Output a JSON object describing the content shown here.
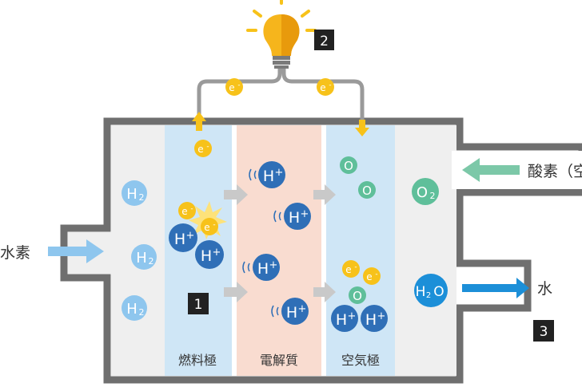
{
  "labels": {
    "anode": "燃料極",
    "electrolyte": "電解質",
    "cathode": "空気極",
    "hydrogen_in": "水素",
    "oxygen_in": "酸素（空",
    "water_out": "水"
  },
  "markers": {
    "m1": "1",
    "m2": "2",
    "m3": "3"
  },
  "molecules": {
    "h2": "H",
    "h2_sub": "2",
    "o2": "O",
    "o2_sub": "2",
    "o": "O",
    "h2o_h": "H",
    "h2o_sub": "2",
    "h2o_o": "O",
    "h": "H",
    "plus": "+",
    "e": "e",
    "minus": "-"
  },
  "colors": {
    "housing": "#6f6f6f",
    "chamber_bg": "#efefef",
    "anode_bg": "#cfe6f6",
    "electrolyte_bg": "#f9dcd0",
    "cathode_bg": "#cfe6f6",
    "h2_circle": "#8ec6ee",
    "h_plus": "#2f6fb7",
    "electron": "#f7c21a",
    "oxygen": "#5fbf9a",
    "water": "#1c8fd8",
    "gray_arrow": "#c9c9c9",
    "marker": "#222222",
    "bulb": "#f6b51c"
  }
}
